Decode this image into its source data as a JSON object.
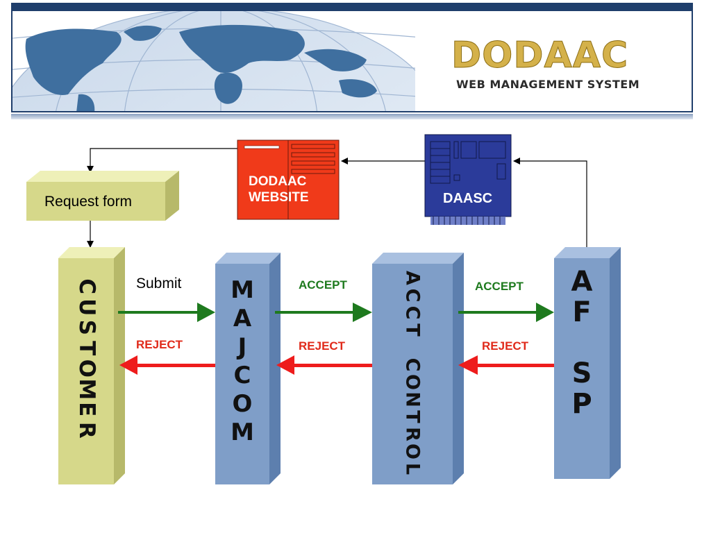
{
  "header": {
    "logo_text": "DODAAC",
    "logo_subtitle": "WEB MANAGEMENT SYSTEM"
  },
  "diagram": {
    "request_form": "Request form",
    "website": {
      "line1": "DODAAC",
      "line2": "WEBSITE"
    },
    "daasc": "DAASC",
    "columns": {
      "customer": [
        "C",
        "U",
        "S",
        "T",
        "O",
        "M",
        "E",
        "R"
      ],
      "majcom": [
        "M",
        "A",
        "J",
        "C",
        "O",
        "M"
      ],
      "acct_control": [
        "A",
        "C",
        "C",
        "T",
        "",
        "C",
        "O",
        "N",
        "T",
        "R",
        "O",
        "L"
      ],
      "af_sp": [
        "A",
        "F",
        "",
        "S",
        "P"
      ]
    },
    "arrows": {
      "submit": "Submit",
      "accept1": "ACCEPT",
      "accept2": "ACCEPT",
      "reject1": "REJECT",
      "reject2": "REJECT",
      "reject3": "REJECT"
    },
    "colors": {
      "accept": "#1e7a1e",
      "reject": "#e02a1a",
      "column_blue": "#7f9ec8",
      "customer_olive": "#d6d88a",
      "website_red": "#f03a1a",
      "daasc_navy": "#2b3b9a"
    }
  }
}
